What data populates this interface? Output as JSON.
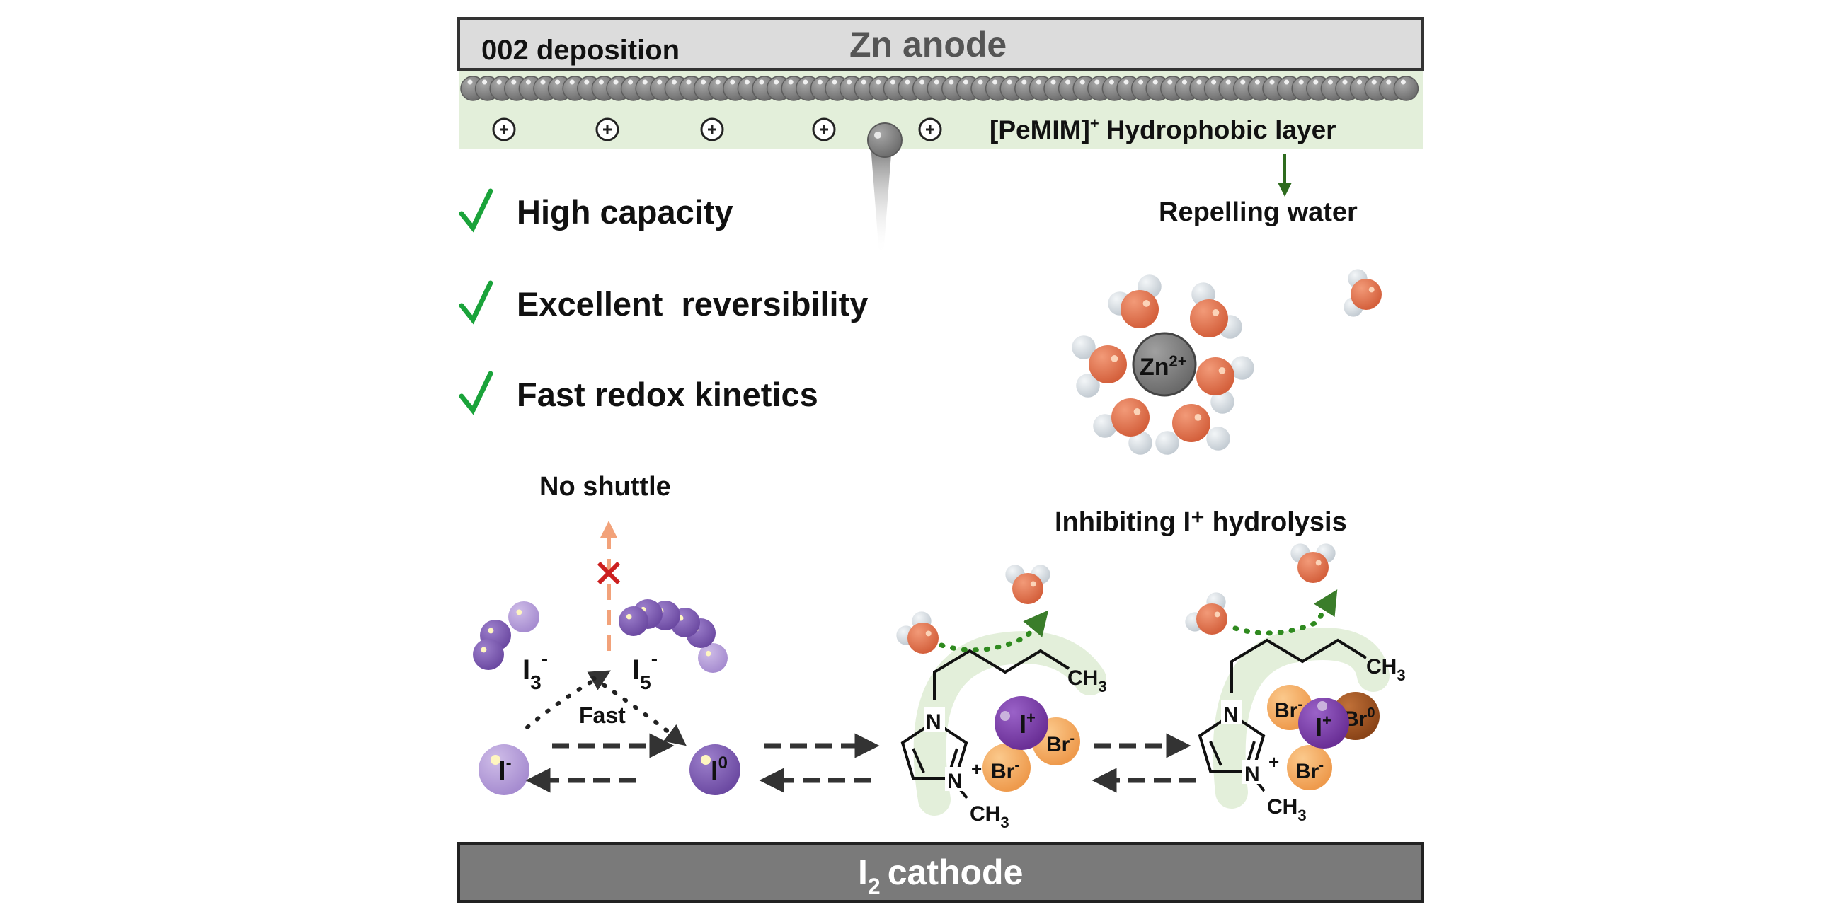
{
  "anode": {
    "label": "Zn anode",
    "deposition_label": "002 deposition"
  },
  "hydrophobic_layer": {
    "cation": "[PeMIM]",
    "cation_charge": "+",
    "label": "Hydrophobic layer",
    "effect": "Repelling water"
  },
  "benefits": [
    {
      "icon": "checkmark-icon",
      "text": "High capacity"
    },
    {
      "icon": "checkmark-icon",
      "text": "Excellent  reversibility"
    },
    {
      "icon": "checkmark-icon",
      "text": "Fast redox kinetics"
    }
  ],
  "solvation": {
    "center": "Zn",
    "charge": "2+"
  },
  "shuttle": {
    "label": "No shuttle",
    "blocked_icon": "cross-icon"
  },
  "iodine_species": {
    "i3": {
      "base": "I",
      "sub": "3",
      "sup": "-"
    },
    "i5": {
      "base": "I",
      "sub": "5",
      "sup": "-"
    },
    "iminus": {
      "base": "I",
      "sup": "-"
    },
    "izero": {
      "base": "I",
      "sup": "0"
    },
    "fast_label": "Fast"
  },
  "hydrolysis": {
    "label": "Inhibiting I⁺ hydrolysis"
  },
  "complex1": {
    "n1": "N",
    "n2": "N",
    "n2_charge": "+",
    "ch3_chain": "CH",
    "ch3_sub": "3",
    "ch3_methyl": "CH",
    "center": "I",
    "center_charge": "+",
    "br1": "Br",
    "br1_charge": "-",
    "br2": "Br",
    "br2_charge": "-"
  },
  "complex2": {
    "n1": "N",
    "n2": "N",
    "n2_charge": "+",
    "ch3_chain": "CH",
    "ch3_sub": "3",
    "ch3_methyl": "CH",
    "center": "I",
    "center_charge": "+",
    "br1": "Br",
    "br1_charge": "-",
    "br2": "Br",
    "br2_charge": "0",
    "br3": "Br",
    "br3_charge": "-"
  },
  "cathode": {
    "base": "I",
    "sub": "2",
    "label": "cathode"
  },
  "colors": {
    "anode_fill": "#dcdcdc",
    "cathode_fill": "#7a7a7a",
    "layer_green": "#e3efda",
    "check_green": "#1aa33a",
    "arrow_green": "#2e6b1e",
    "oxygen": "#e0734f",
    "hydrogen": "#d9e0e6",
    "iodine_dark": "#7b58b0",
    "iodine_light": "#b7a0d8",
    "iodine_plus": "#7a3fa6",
    "bromide": "#f2a55c",
    "bromine0": "#9a4f1f",
    "shuttle_arrow": "#f2a27a",
    "cross_red": "#cc1f1f"
  }
}
